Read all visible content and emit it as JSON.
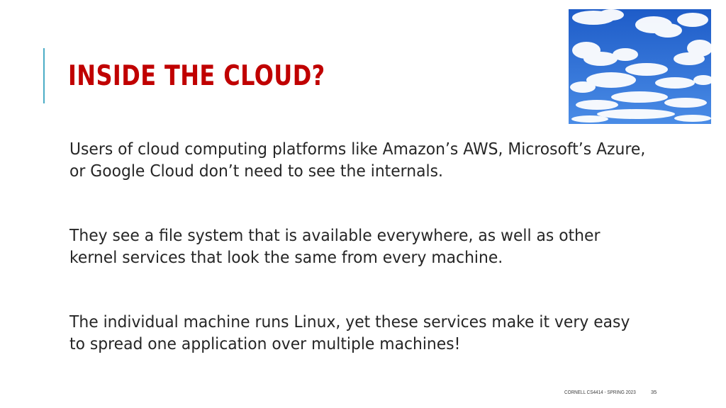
{
  "slide": {
    "title": "INSIDE THE CLOUD?",
    "paragraphs": [
      "Users of cloud computing platforms like Amazon’s AWS, Microsoft’s Azure, or Google Cloud don’t need to see the internals.",
      "They see a file system that is available everywhere, as well as other kernel services that look the same from every machine.",
      "The individual machine runs Linux, yet these services make it very easy to spread one application over multiple machines!"
    ],
    "image": {
      "subject": "blue sky with white clouds",
      "icon": "cloud-sky-photo"
    },
    "footer": {
      "label": "CORNELL CS4414 - SPRING 2023",
      "page_number": "35"
    }
  },
  "colors": {
    "title": "#C00000",
    "accent_bar": "#4BACC6",
    "body_text": "#262626",
    "sky_top": "#1E5CC8",
    "sky_bottom": "#4A8CE6"
  }
}
